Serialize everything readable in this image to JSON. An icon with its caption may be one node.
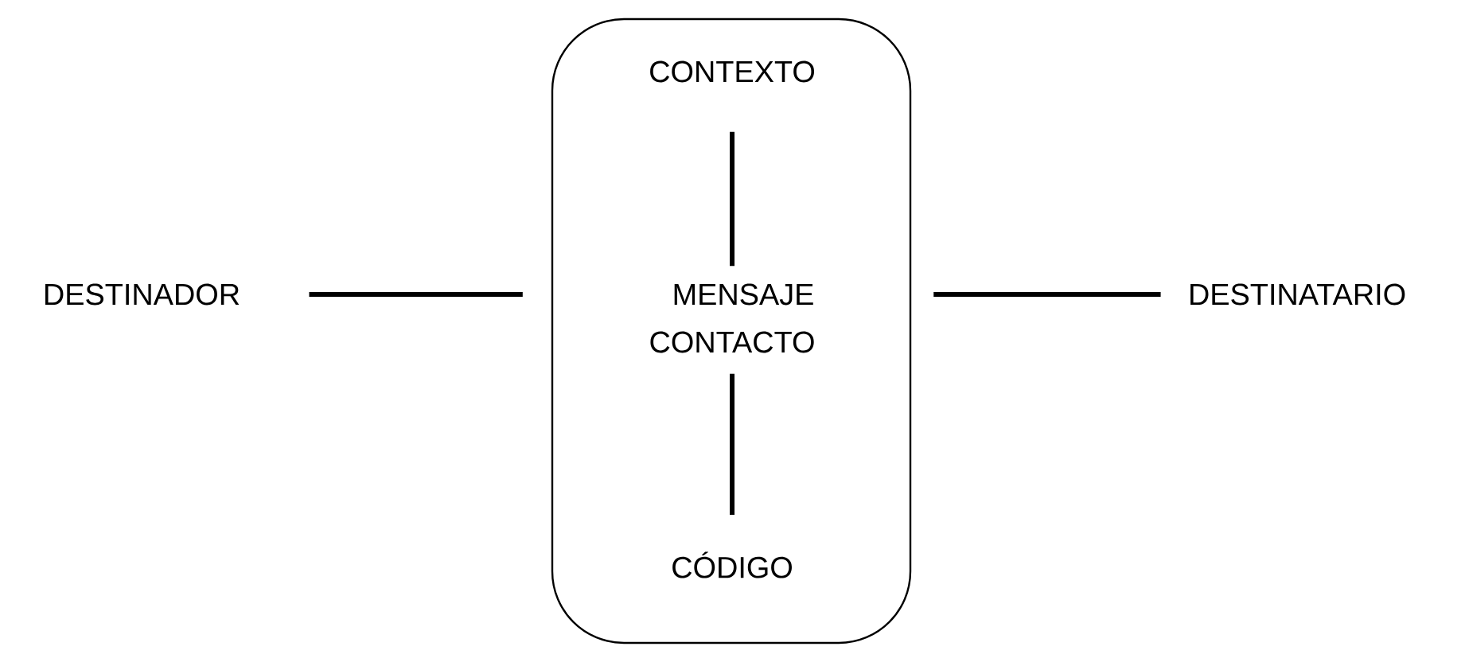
{
  "diagram": {
    "nodes": [
      {
        "text": [
          "DESTINADOR"
        ]
      },
      {
        "text": [],
        "shape": "box"
      },
      {
        "text": [
          "CONTEXTO"
        ],
        "in": 1
      },
      {
        "text": [
          "MENSAJE"
        ],
        "in": 1
      },
      {
        "text": [
          "CONTACTO"
        ],
        "in": 1
      },
      {
        "text": [
          "CÓDIGO"
        ],
        "in": 1
      },
      {
        "text": [
          "DESTINATARIO"
        ]
      }
    ],
    "edges": [
      {
        "from": 0,
        "to": 1,
        "arrow": "none"
      },
      {
        "from": 2,
        "to": 3,
        "arrow": "none"
      },
      {
        "from": 4,
        "to": 5,
        "arrow": "none"
      },
      {
        "from": 1,
        "to": 6,
        "arrow": "none"
      }
    ]
  }
}
